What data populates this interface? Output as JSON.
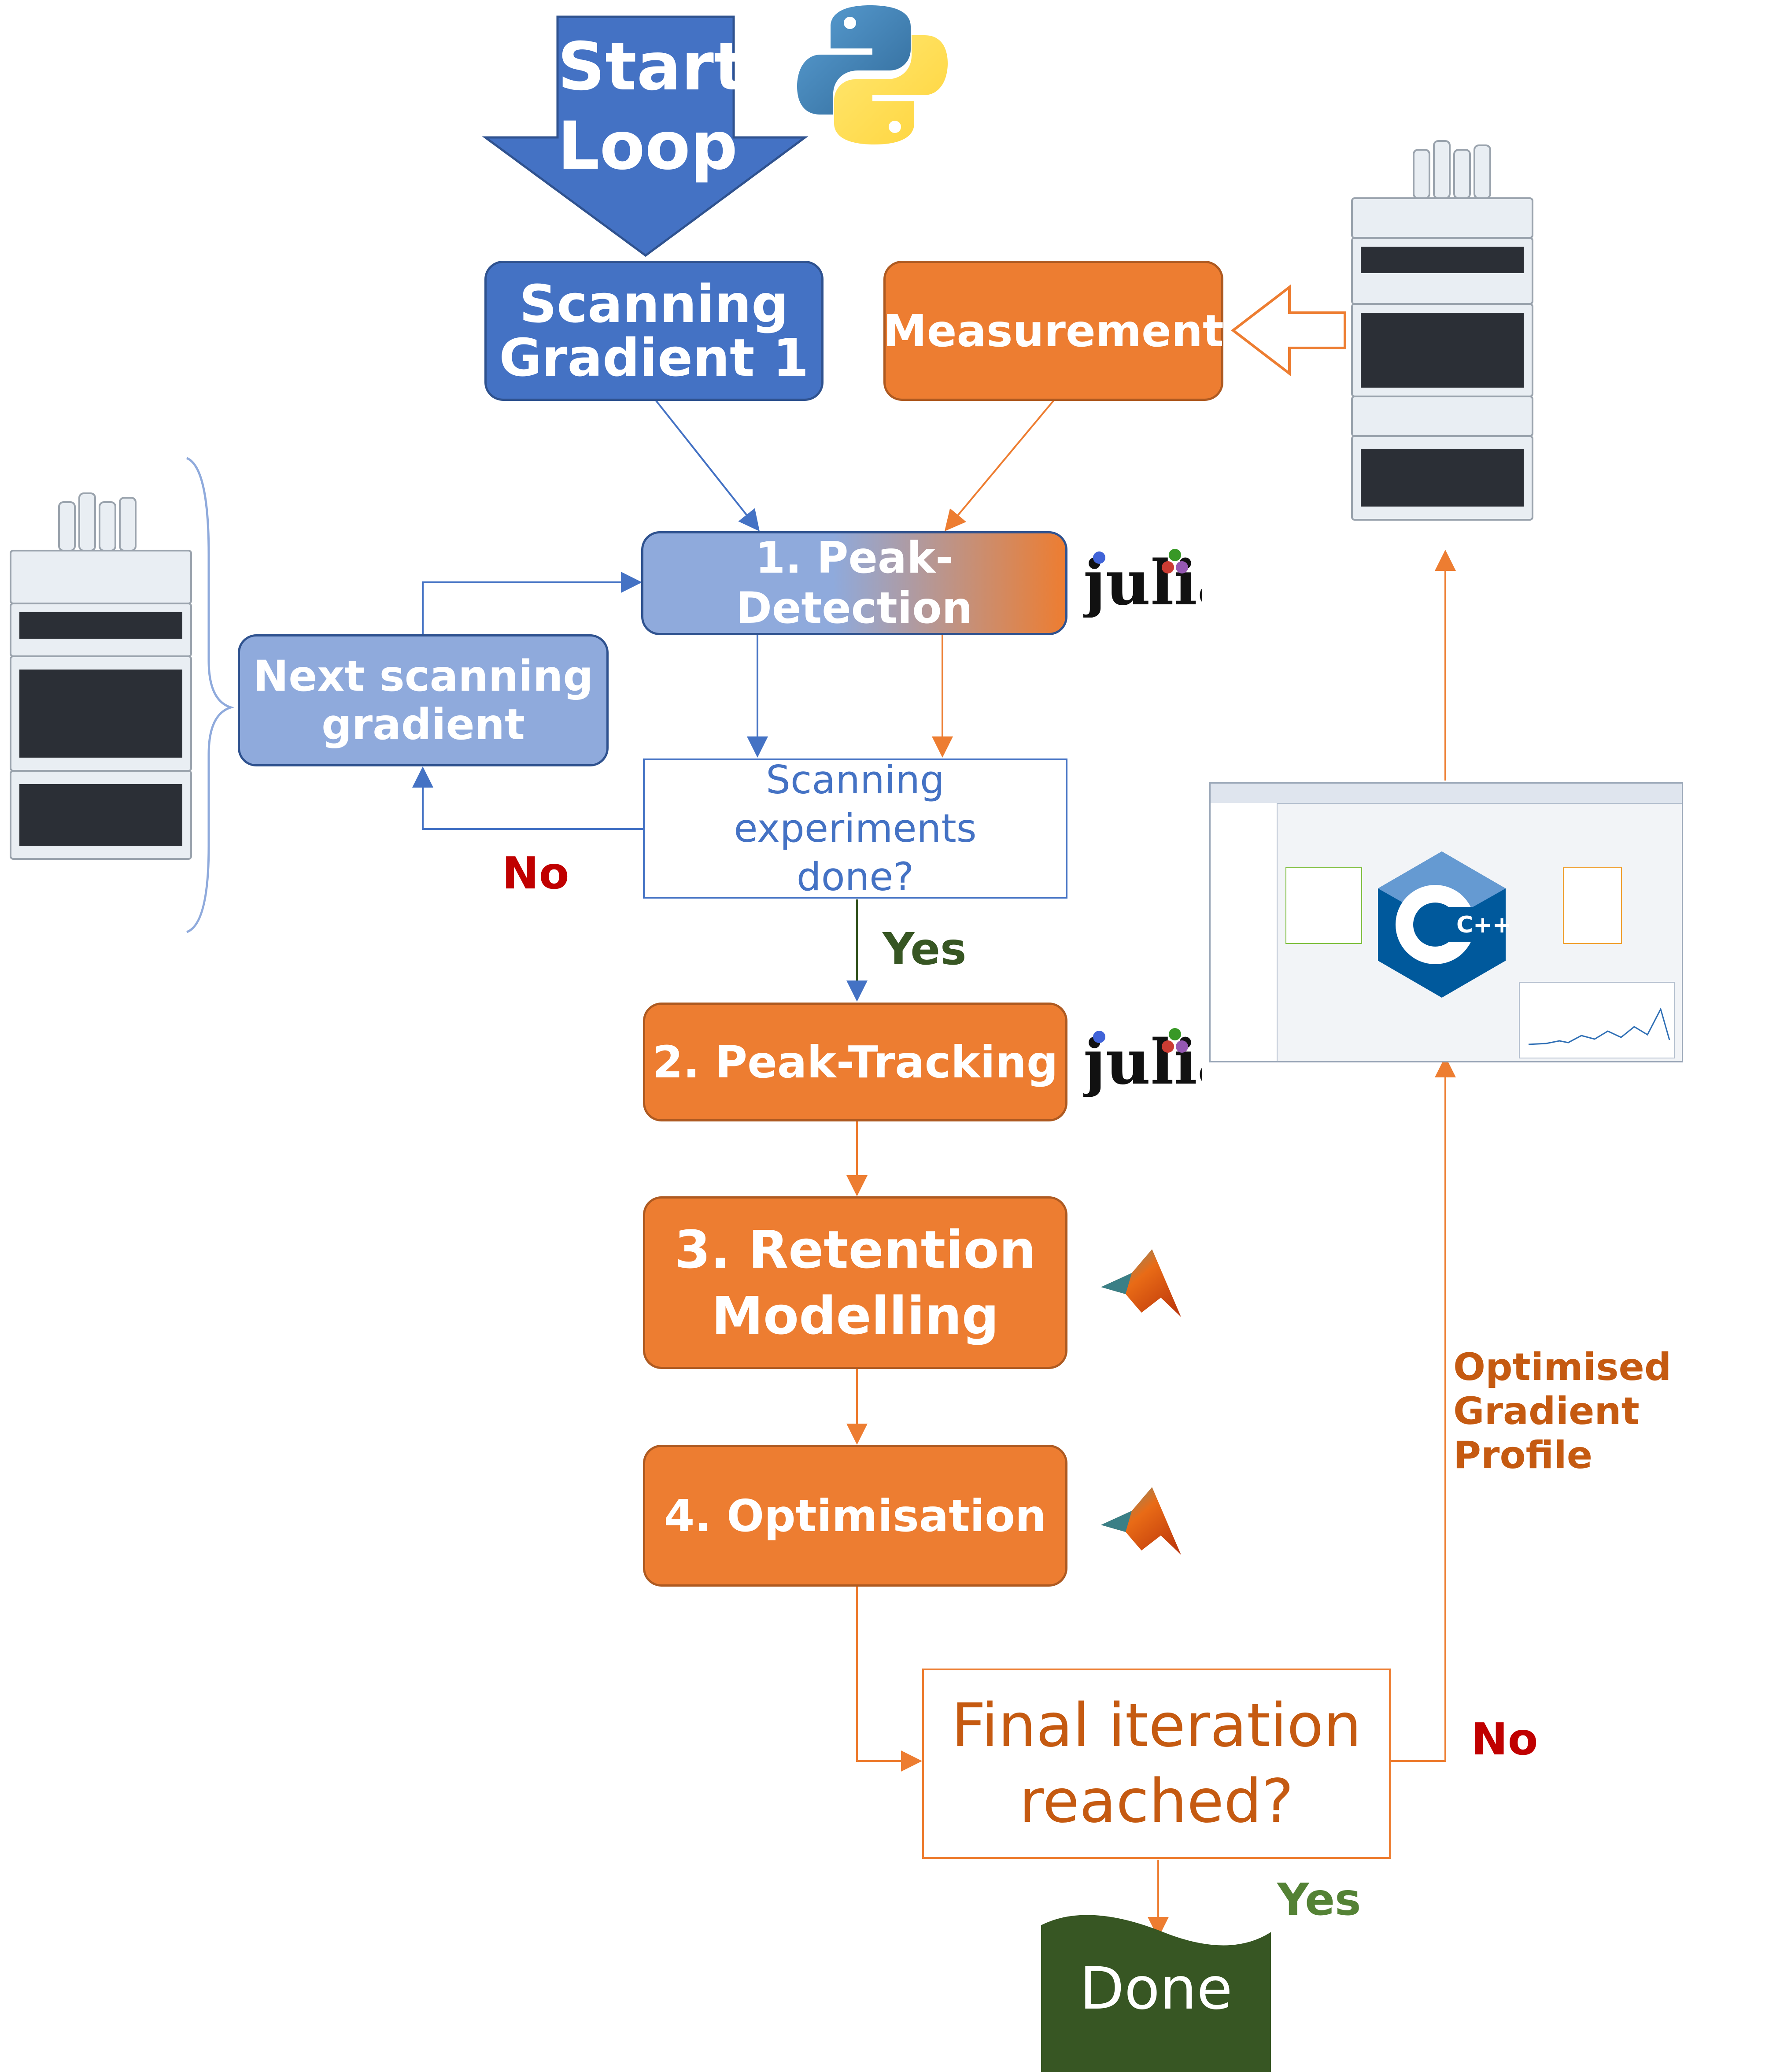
{
  "colors": {
    "blue_dark": "#4472c4",
    "blue_light": "#8faadc",
    "blue_border": "#2f528f",
    "orange": "#ed7d31",
    "orange_border": "#ae5a21",
    "orange_text": "#c55a11",
    "red_text": "#c00000",
    "green_text": "#375623",
    "done_green": "#375623"
  },
  "nodes": {
    "start": "Start\nLoop",
    "scanning_gradient": "Scanning\nGradient 1",
    "measurement": "Measurement",
    "peak_detection": "1. Peak-Detection",
    "next_scanning": "Next scanning\ngradient",
    "scanning_done": "Scanning experiments\ndone?",
    "peak_tracking": "2. Peak-Tracking",
    "retention": "3. Retention\nModelling",
    "optimisation": "4. Optimisation",
    "final_iteration": "Final iteration\nreached?",
    "done": "Done"
  },
  "labels": {
    "no_scanning": "No",
    "yes_scanning": "Yes",
    "no_final": "No",
    "yes_final": "Yes",
    "optimised_profile": "Optimised\nGradient\nProfile"
  },
  "logos": {
    "python": "python-logo",
    "julia_1": "julia",
    "julia_2": "julia",
    "matlab_1": "matlab-logo",
    "matlab_2": "matlab-logo",
    "cpp": "C++"
  }
}
